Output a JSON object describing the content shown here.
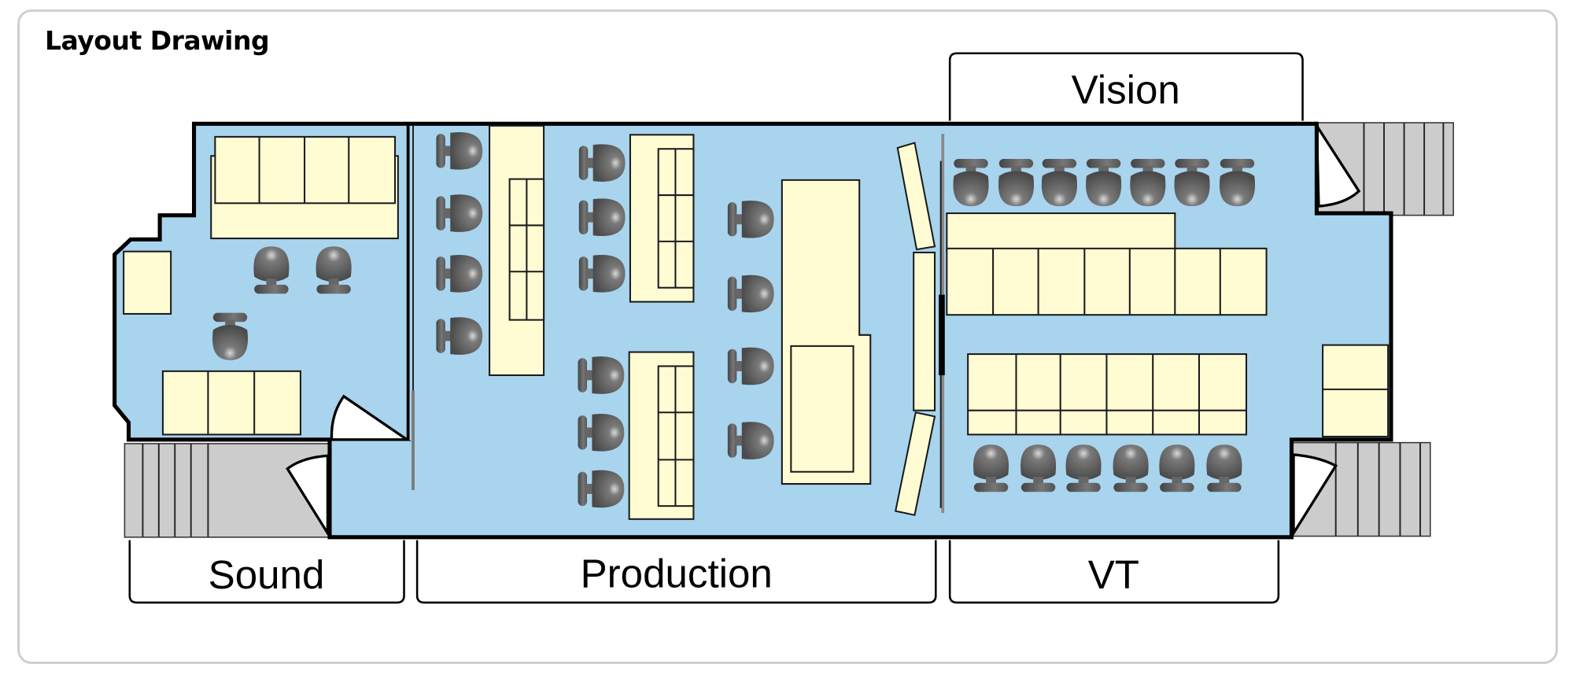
{
  "panel": {
    "title": "Layout Drawing"
  },
  "zones": {
    "vision": "Vision",
    "sound": "Sound",
    "production": "Production",
    "vt": "VT"
  },
  "colors": {
    "floor": "#a9d4ee",
    "desk": "#fffcd4",
    "stairs": "#cccccc",
    "chair": "#5a5a5a",
    "wall": "#000000"
  },
  "counts": {
    "sound_chairs": 3,
    "production_chairs": 14,
    "vision_chairs": 7,
    "vt_chairs": 6
  }
}
